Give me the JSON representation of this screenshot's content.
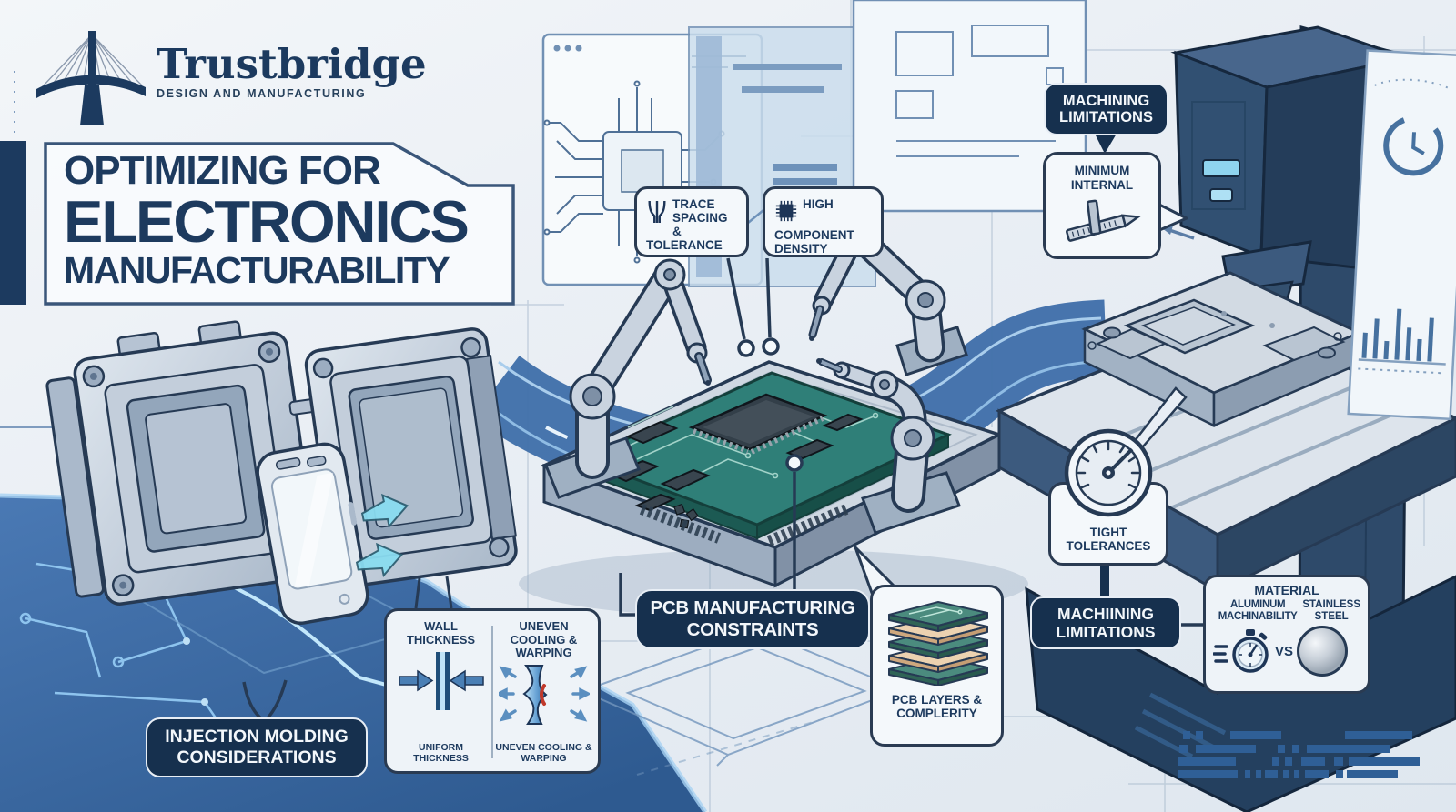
{
  "brand": {
    "name": "Trustbridge",
    "tagline": "DESIGN AND MANUFACTURING"
  },
  "title": {
    "line1": "OPTIMIZING FOR",
    "line2": "ELECTRONICS",
    "line3": "MANUFACTURABILITY"
  },
  "badges": {
    "machining_top": "MACHINING LIMITATIONS",
    "machining_bottom": "MACHIINING LIMITATIONS",
    "pcb_constraints": "PCB MANUFACTURING CONSTRAINTS",
    "injection_molding": "INJECTION MOLDING CONSIDERATIONS"
  },
  "callouts": {
    "trace_spacing": "TRACE SPACING & TOLERANCE",
    "component_density": "HIGH COMPONENT DENSITY",
    "minimum_internal": "MINIMUM INTERNAL",
    "tight_tolerances": "TIGHT TOLERANCES",
    "pcb_layers": "PCB LAYERS & COMPLERITY"
  },
  "molding_panel": {
    "left_title": "WALL THICKNESS",
    "right_title": "UNEVEN COOLING & WARPING",
    "left_caption": "UNIFORM THICKNESS",
    "right_caption": "UNEVEN COOLING & WARPING"
  },
  "material_panel": {
    "title": "MATERIAL",
    "left_label": "ALUMINUM MACHINABILITY",
    "right_label": "STAINLESS STEEL",
    "vs_label": "VS"
  },
  "icons": {
    "bridge_logo_icon": "cable-stay bridge",
    "trace_spacing_icon": "pcb traces",
    "chip_icon": "ic chip",
    "caliper_icon": "marking gauge",
    "gauge_icon": "dial gauge",
    "layers_icon": "stacked pcb layers",
    "stopwatch_icon": "stopwatch",
    "steel_disc_icon": "brushed steel disc"
  },
  "colors": {
    "navy": "#1d3a5f",
    "badge": "#16304e",
    "outline": "#2a3b52",
    "panel_bg": "#f2f6fa",
    "floor_blue": "#3b67a0",
    "pcb_teal": "#2f7f78",
    "cyan": "#86d8ee",
    "accent_red": "#c0392b",
    "metal": "#c9d3df"
  }
}
